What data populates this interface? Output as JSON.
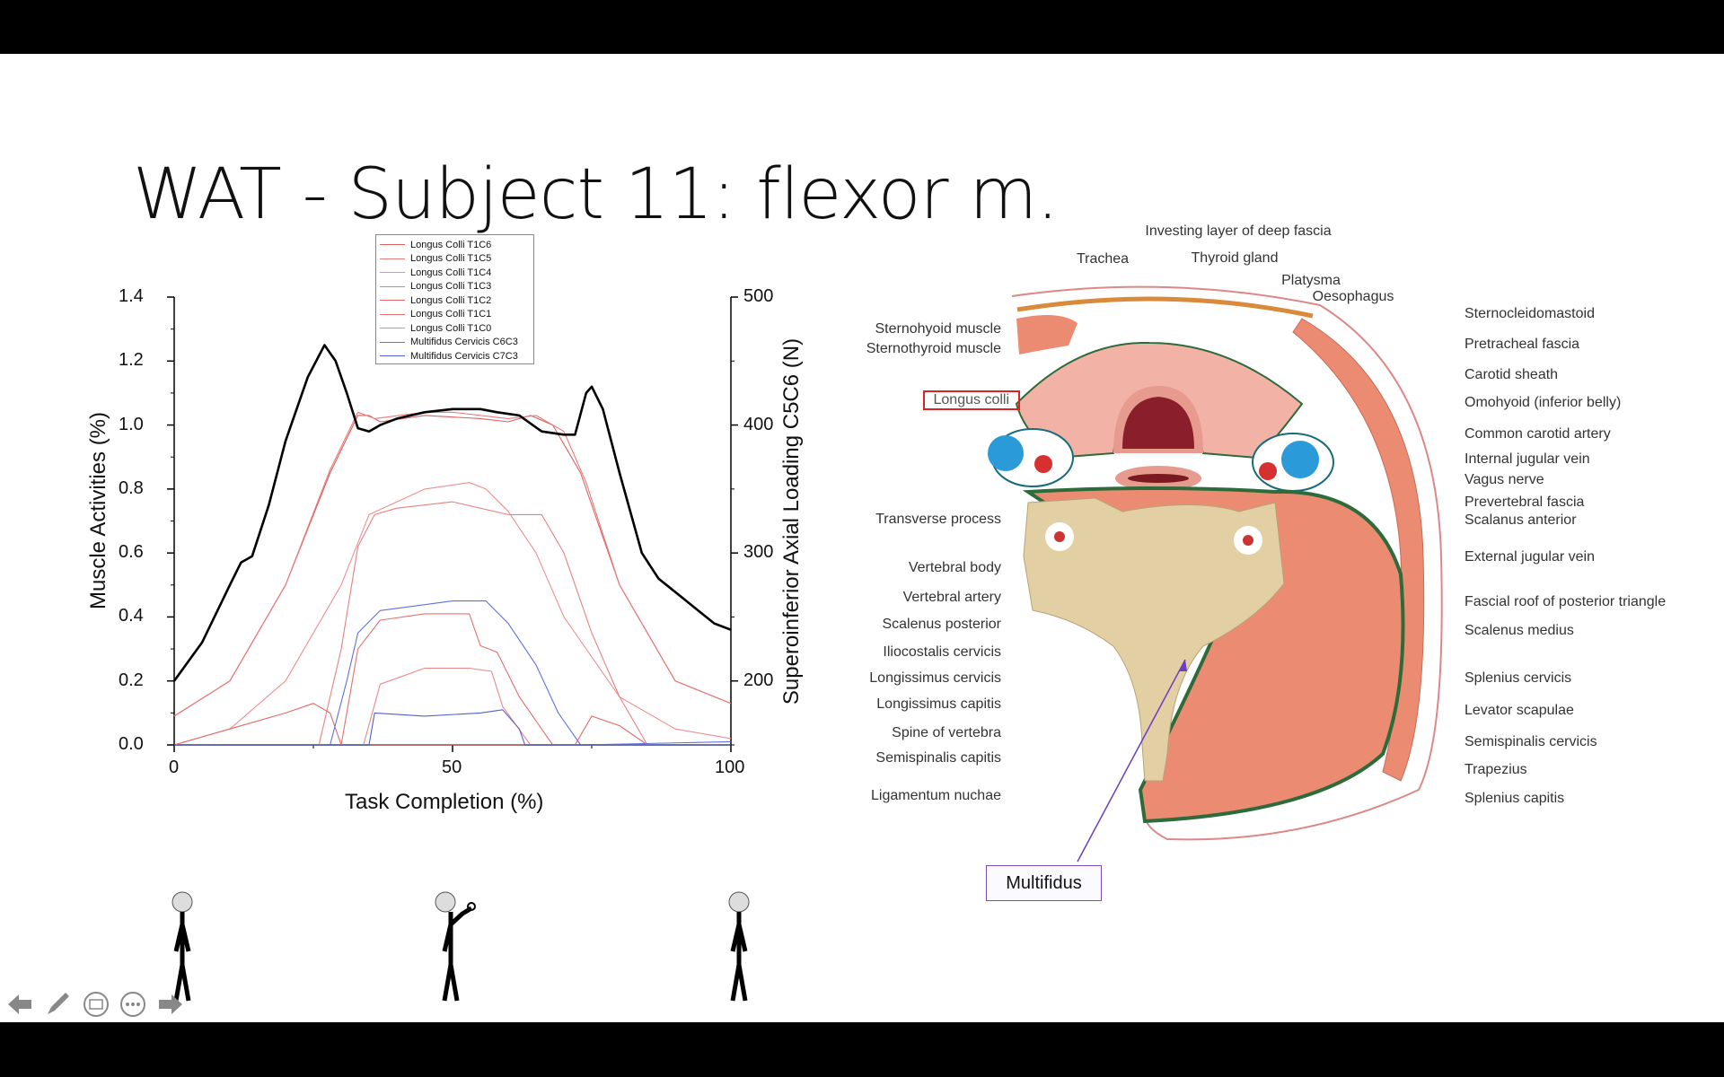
{
  "slide": {
    "title": "WAT - Subject 11: flexor m."
  },
  "chart_data": {
    "type": "line",
    "xlabel": "Task Completion (%)",
    "ylabel": "Muscle Activities (%)",
    "y2label": "Superoinferior Axial Loading C5C6 (N)",
    "xlim": [
      0,
      100
    ],
    "ylim": [
      0,
      1.4
    ],
    "y2lim": [
      150,
      500
    ],
    "xticks": [
      "0",
      "50",
      "100"
    ],
    "yticks": [
      "0.0",
      "0.2",
      "0.4",
      "0.6",
      "0.8",
      "1.0",
      "1.2",
      "1.4"
    ],
    "y2ticks": [
      "200",
      "300",
      "400",
      "500"
    ],
    "legend_position": "top-center",
    "series": [
      {
        "name": "Longus Colli T1C6",
        "color": "#e06060",
        "axis": "left",
        "points": [
          [
            0,
            0.09
          ],
          [
            10,
            0.2
          ],
          [
            20,
            0.5
          ],
          [
            28,
            0.85
          ],
          [
            33,
            1.03
          ],
          [
            35,
            1.03
          ],
          [
            37,
            1.01
          ],
          [
            45,
            1.03
          ],
          [
            55,
            1.02
          ],
          [
            60,
            1.01
          ],
          [
            64,
            1.03
          ],
          [
            68,
            1.0
          ],
          [
            73,
            0.85
          ],
          [
            80,
            0.5
          ],
          [
            90,
            0.2
          ],
          [
            100,
            0.13
          ]
        ]
      },
      {
        "name": "Longus Colli T1C5",
        "color": "#e87a7a",
        "axis": "left",
        "points": [
          [
            0,
            0.09
          ],
          [
            10,
            0.2
          ],
          [
            20,
            0.5
          ],
          [
            28,
            0.86
          ],
          [
            33,
            1.04
          ],
          [
            36,
            1.02
          ],
          [
            45,
            1.04
          ],
          [
            50,
            1.04
          ],
          [
            60,
            1.02
          ],
          [
            65,
            1.03
          ],
          [
            70,
            0.98
          ],
          [
            74,
            0.82
          ],
          [
            80,
            0.5
          ],
          [
            90,
            0.2
          ],
          [
            100,
            0.13
          ]
        ]
      },
      {
        "name": "Longus Colli T1C4",
        "color": "#ee9090",
        "axis": "left",
        "points": [
          [
            0,
            0
          ],
          [
            10,
            0.05
          ],
          [
            20,
            0.2
          ],
          [
            30,
            0.5
          ],
          [
            35,
            0.72
          ],
          [
            40,
            0.76
          ],
          [
            45,
            0.8
          ],
          [
            53,
            0.82
          ],
          [
            56,
            0.8
          ],
          [
            60,
            0.73
          ],
          [
            65,
            0.6
          ],
          [
            70,
            0.4
          ],
          [
            80,
            0.15
          ],
          [
            90,
            0.05
          ],
          [
            100,
            0.02
          ]
        ]
      },
      {
        "name": "Longus Colli T1C3",
        "color": "#e88080",
        "axis": "left",
        "points": [
          [
            0,
            0
          ],
          [
            26,
            0
          ],
          [
            30,
            0.3
          ],
          [
            33,
            0.62
          ],
          [
            36,
            0.72
          ],
          [
            40,
            0.74
          ],
          [
            50,
            0.76
          ],
          [
            60,
            0.72
          ],
          [
            66,
            0.72
          ],
          [
            70,
            0.6
          ],
          [
            75,
            0.35
          ],
          [
            80,
            0.15
          ],
          [
            85,
            0
          ],
          [
            100,
            0
          ]
        ]
      },
      {
        "name": "Longus Colli T1C2",
        "color": "#e06868",
        "axis": "left",
        "points": [
          [
            0,
            0
          ],
          [
            10,
            0.05
          ],
          [
            20,
            0.1
          ],
          [
            25,
            0.13
          ],
          [
            28,
            0.1
          ],
          [
            30,
            0
          ],
          [
            72,
            0
          ],
          [
            75,
            0.09
          ],
          [
            80,
            0.06
          ],
          [
            85,
            0
          ],
          [
            100,
            0
          ]
        ]
      },
      {
        "name": "Longus Colli T1C1",
        "color": "#e47070",
        "axis": "left",
        "points": [
          [
            0,
            0
          ],
          [
            30,
            0
          ],
          [
            33,
            0.3
          ],
          [
            37,
            0.39
          ],
          [
            45,
            0.41
          ],
          [
            53,
            0.41
          ],
          [
            55,
            0.31
          ],
          [
            58,
            0.29
          ],
          [
            62,
            0.15
          ],
          [
            66,
            0.05
          ],
          [
            68,
            0
          ],
          [
            100,
            0
          ]
        ]
      },
      {
        "name": "Longus Colli T1C0",
        "color": "#ea8888",
        "axis": "left",
        "points": [
          [
            0,
            0
          ],
          [
            34,
            0
          ],
          [
            37,
            0.19
          ],
          [
            45,
            0.24
          ],
          [
            53,
            0.24
          ],
          [
            57,
            0.23
          ],
          [
            59,
            0.12
          ],
          [
            64,
            0
          ],
          [
            100,
            0
          ]
        ]
      },
      {
        "name": "Multifidus Cervicis C6C3",
        "color": "#6070e0",
        "axis": "left",
        "points": [
          [
            0,
            0
          ],
          [
            28,
            0
          ],
          [
            31,
            0.2
          ],
          [
            33,
            0.35
          ],
          [
            37,
            0.42
          ],
          [
            50,
            0.45
          ],
          [
            56,
            0.45
          ],
          [
            60,
            0.38
          ],
          [
            65,
            0.25
          ],
          [
            69,
            0.1
          ],
          [
            73,
            0
          ],
          [
            100,
            0.01
          ]
        ]
      },
      {
        "name": "Multifidus Cervicis C7C3",
        "color": "#5060d0",
        "axis": "left",
        "points": [
          [
            0,
            0
          ],
          [
            35,
            0
          ],
          [
            36,
            0.1
          ],
          [
            45,
            0.09
          ],
          [
            55,
            0.1
          ],
          [
            59,
            0.11
          ],
          [
            62,
            0.05
          ],
          [
            63,
            0
          ],
          [
            100,
            0
          ]
        ]
      },
      {
        "name": "Axial Loading C5C6",
        "color": "#000000",
        "axis": "right",
        "in_legend": false,
        "points": [
          [
            0,
            200
          ],
          [
            5,
            230
          ],
          [
            10,
            275
          ],
          [
            12,
            292.5
          ],
          [
            14,
            297.5
          ],
          [
            17,
            337.5
          ],
          [
            20,
            387.5
          ],
          [
            24,
            437.5
          ],
          [
            27,
            462.5
          ],
          [
            29,
            450
          ],
          [
            31,
            425
          ],
          [
            33,
            397.5
          ],
          [
            35,
            395
          ],
          [
            37,
            400
          ],
          [
            40,
            405
          ],
          [
            45,
            410
          ],
          [
            50,
            412.5
          ],
          [
            55,
            412.5
          ],
          [
            58,
            410
          ],
          [
            62,
            407.5
          ],
          [
            66,
            395
          ],
          [
            70,
            392.5
          ],
          [
            72,
            392.5
          ],
          [
            74,
            425
          ],
          [
            75,
            430
          ],
          [
            77,
            412.5
          ],
          [
            80,
            362.5
          ],
          [
            84,
            300
          ],
          [
            87,
            280
          ],
          [
            92,
            262.5
          ],
          [
            97,
            245
          ],
          [
            100,
            240
          ]
        ]
      }
    ]
  },
  "anatomy": {
    "top_labels": [
      "Investing layer of deep fascia",
      "Trachea",
      "Thyroid gland",
      "Platysma",
      "Oesophagus"
    ],
    "left_labels": [
      "Sternohyoid muscle",
      "Sternothyroid muscle",
      "Longus colli",
      "Transverse process",
      "Vertebral body",
      "Vertebral artery",
      "Scalenus posterior",
      "Iliocostalis cervicis",
      "Longissimus cervicis",
      "Longissimus capitis",
      "Spine of vertebra",
      "Semispinalis capitis",
      "Ligamentum nuchae"
    ],
    "right_labels": [
      "Sternocleidomastoid",
      "Pretracheal fascia",
      "Carotid sheath",
      "Omohyoid (inferior belly)",
      "Common carotid artery",
      "Internal jugular vein",
      "Vagus nerve",
      "Prevertebral fascia",
      "Scalanus anterior",
      "External jugular vein",
      "Fascial roof of posterior triangle",
      "Scalenus medius",
      "Splenius cervicis",
      "Levator scapulae",
      "Semispinalis cervicis",
      "Trapezius",
      "Splenius capitis"
    ],
    "callout": "Multifidus"
  },
  "controls": {
    "icons": [
      "previous-arrow-icon",
      "pen-icon",
      "subtitles-icon",
      "more-options-icon",
      "next-arrow-icon"
    ]
  }
}
